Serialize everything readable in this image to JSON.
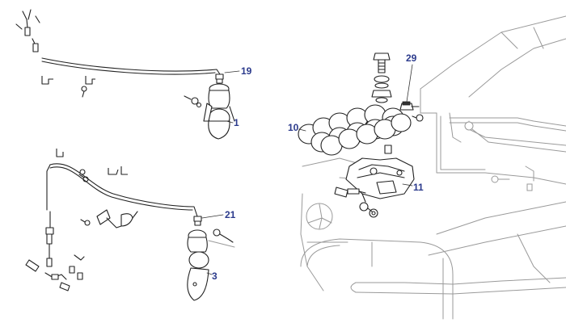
{
  "callouts": {
    "c19": "19",
    "c1": "1",
    "c21": "21",
    "c3": "3",
    "c29": "29",
    "c10": "10",
    "c11": "11"
  },
  "colors": {
    "callout": "#2b3a8c",
    "part_line": "#222222",
    "vehicle_line": "#9a9a9a",
    "background": "#ffffff"
  }
}
